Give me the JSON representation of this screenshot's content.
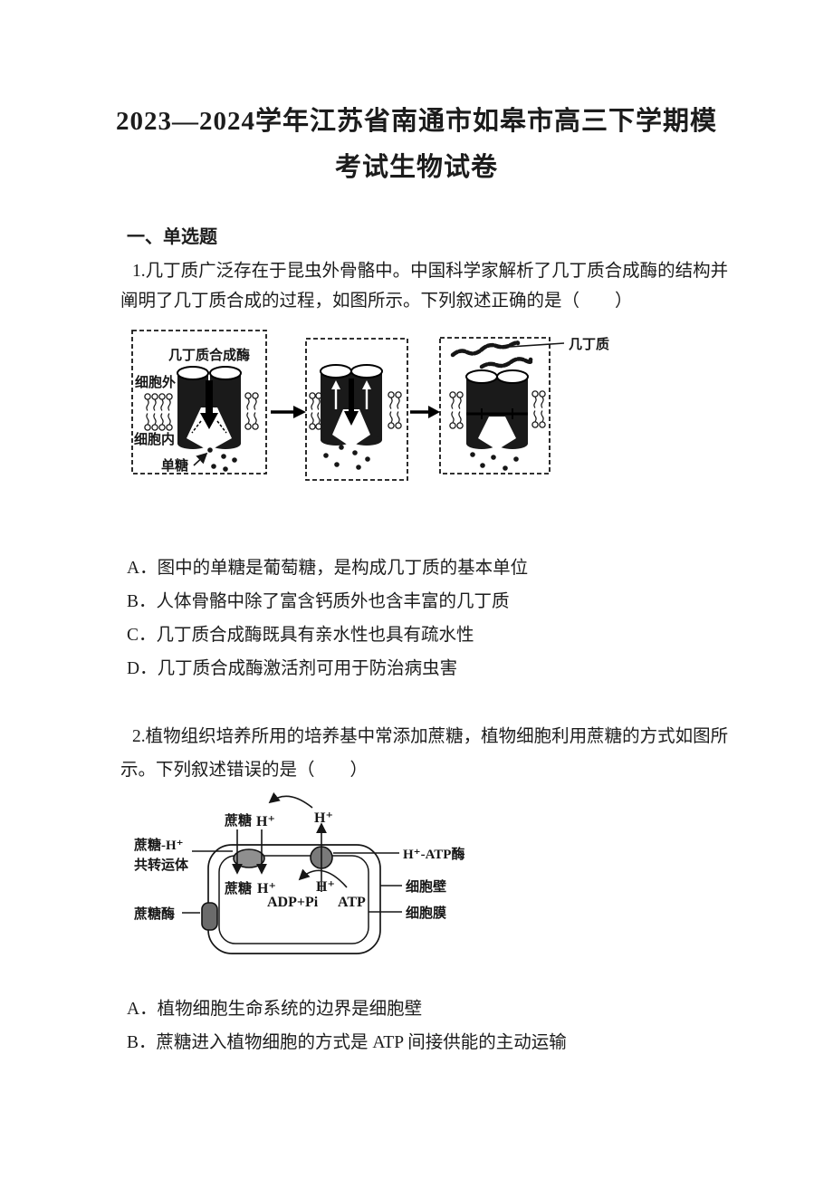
{
  "document": {
    "title_line1": "2023—2024学年江苏省南通市如皋市高三下学期模",
    "title_line2": "考试生物试卷"
  },
  "section": {
    "heading": "一、单选题"
  },
  "questions": {
    "q1": {
      "stem_line1": "1.几丁质广泛存在于昆虫外骨骼中。中国科学家解析了几丁质合成酶的结构并",
      "stem_line2": "阐明了几丁质合成的过程，如图所示。下列叙述正确的是（　　）",
      "options": [
        "A．图中的单糖是葡萄糖，是构成几丁质的基本单位",
        "B．人体骨骼中除了富含钙质外也含丰富的几丁质",
        "C．几丁质合成酶既具有亲水性也具有疏水性",
        "D．几丁质合成酶激活剂可用于防治病虫害"
      ]
    },
    "q2": {
      "stem_line1": "2.植物组织培养所用的培养基中常添加蔗糖，植物细胞利用蔗糖的方式如图所",
      "stem_line2": "示。下列叙述错误的是（　　）",
      "options": [
        "A．植物细胞生命系统的边界是细胞壁",
        "B．蔗糖进入植物细胞的方式是 ATP 间接供能的主动运输"
      ]
    }
  },
  "figure1": {
    "label_enzyme": "几丁质合成酶",
    "label_outside": "细胞外",
    "label_inside": "细胞内",
    "label_monosaccharide": "单糖",
    "label_chitin": "几丁质"
  },
  "figure2": {
    "label_sucrose_top": "蔗糖",
    "label_h_top_left": "H⁺",
    "label_h_top_right": "H⁺",
    "label_cotransporter_line1": "蔗糖-H⁺",
    "label_cotransporter_line2": "共转运体",
    "label_atpase": "H⁺-ATP酶",
    "label_sucrose_in": "蔗糖",
    "label_h_in_left": "H⁺",
    "label_h_in_right": "H⁺",
    "label_adp": "ADP+Pi",
    "label_atp": "ATP",
    "label_cell_wall": "细胞壁",
    "label_cell_membrane": "细胞膜",
    "label_sucrase": "蔗糖酶"
  }
}
